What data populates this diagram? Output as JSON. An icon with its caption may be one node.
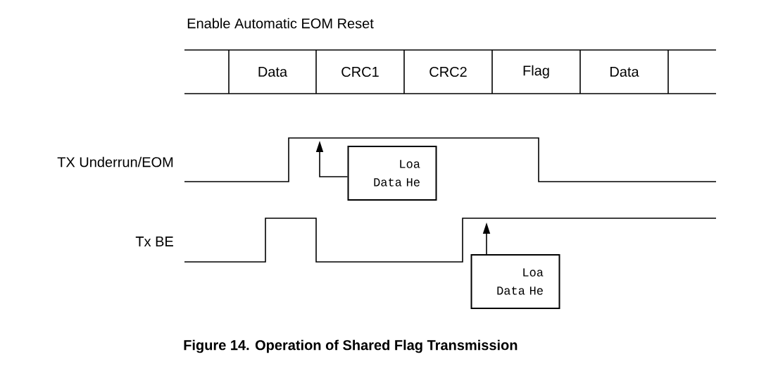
{
  "diagram": {
    "caption": "Figure 14. Operation of Shared Flag Transmission",
    "nodes": [
      {
        "text": [
          "Loa Data He"
        ]
      },
      {
        "text": [
          "Loa Data He"
        ]
      }
    ],
    "edges": [
      {
        "from": 0,
        "to": null,
        "arrow": "to"
      },
      {
        "from": 1,
        "to": null,
        "arrow": "to"
      }
    ],
    "labels": [
      "Enable Automatic EOM Reset",
      "Data",
      "CRC1",
      "CRC2",
      "Flag",
      "Data",
      "TX Underrun/EOM",
      "Tx BE"
    ]
  }
}
